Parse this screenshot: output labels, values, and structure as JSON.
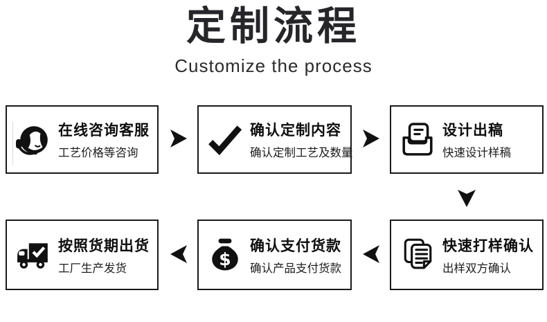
{
  "header": {
    "title": "定制流程",
    "subtitle": "Customize the process"
  },
  "steps": [
    {
      "title": "在线咨询客服",
      "subtitle": "工艺价格等咨询",
      "icon": "headset-agent-icon"
    },
    {
      "title": "确认定制内容",
      "subtitle": "确认定制工艺及数量",
      "icon": "checkmark-icon"
    },
    {
      "title": "设计出稿",
      "subtitle": "快速设计样稿",
      "icon": "inbox-document-icon"
    },
    {
      "title": "快速打样确认",
      "subtitle": "出样双方确认",
      "icon": "stacked-documents-icon"
    },
    {
      "title": "确认支付货款",
      "subtitle": "确认产品支付货款",
      "icon": "money-bag-icon"
    },
    {
      "title": "按照货期出货",
      "subtitle": "工厂生产发货",
      "icon": "delivery-truck-icon"
    }
  ],
  "icons": {
    "money_symbol": "$"
  },
  "colors": {
    "ink": "#111111",
    "title_text": "#26262a",
    "box_border": "#1a1a1a",
    "background": "#ffffff"
  }
}
